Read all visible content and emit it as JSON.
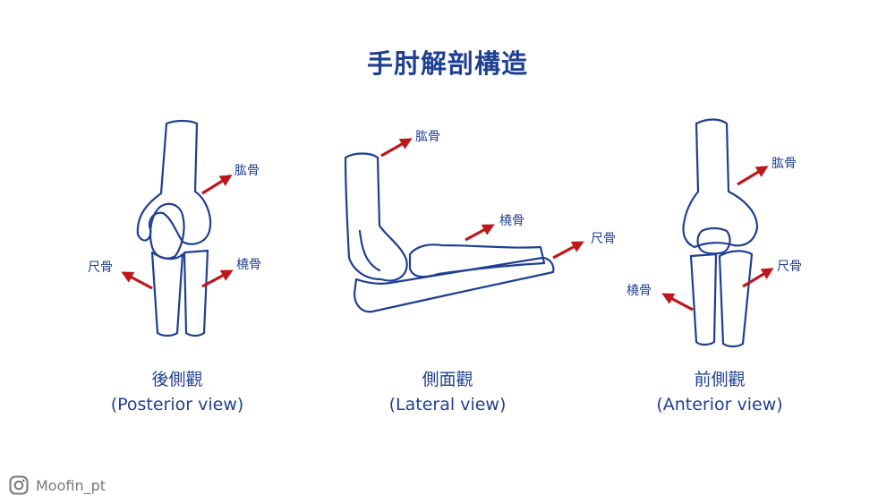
{
  "title": "手肘解剖構造",
  "views": [
    {
      "name_zh": "後側觀",
      "name_en": "(Posterior view)",
      "labels": {
        "humerus": "肱骨",
        "ulna": "尺骨",
        "radius": "橈骨"
      }
    },
    {
      "name_zh": "側面觀",
      "name_en": "(Lateral view)",
      "labels": {
        "humerus": "肱骨",
        "radius": "橈骨",
        "ulna": "尺骨"
      }
    },
    {
      "name_zh": "前側觀",
      "name_en": "(Anterior view)",
      "labels": {
        "humerus": "肱骨",
        "radius": "橈骨",
        "ulna": "尺骨"
      }
    }
  ],
  "watermark": {
    "handle": "Moofin_pt",
    "icon": "instagram-icon"
  },
  "colors": {
    "line": "#1f3f93",
    "arrow": "#c0161b",
    "watermark": "#777777"
  }
}
